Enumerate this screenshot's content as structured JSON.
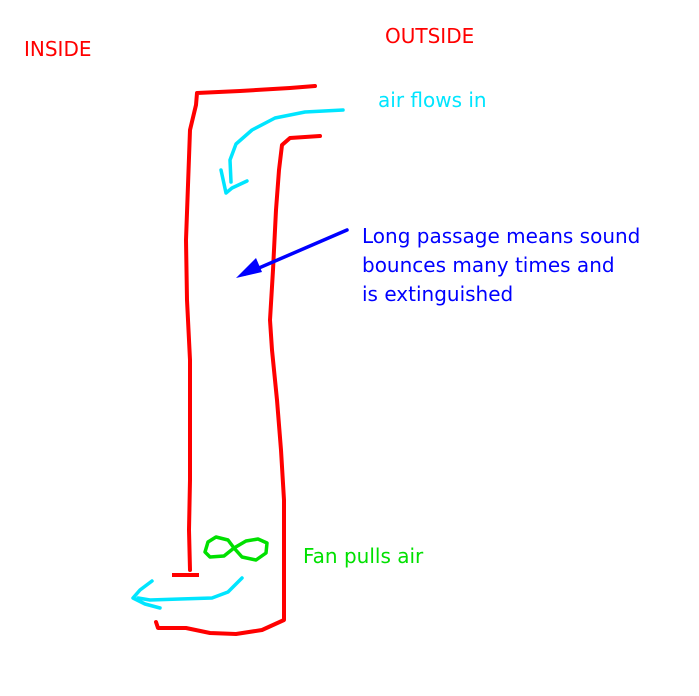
{
  "labels": {
    "inside": "INSIDE",
    "outside": "OUTSIDE",
    "air_in": "air flows in",
    "note_lines": [
      "Long passage means sound",
      "bounces many times and",
      "is extinguished"
    ],
    "fan": "Fan pulls air"
  },
  "colors": {
    "wall": "#ff0000",
    "air": "#00e5ff",
    "note": "#0000ff",
    "fan": "#00e000"
  }
}
